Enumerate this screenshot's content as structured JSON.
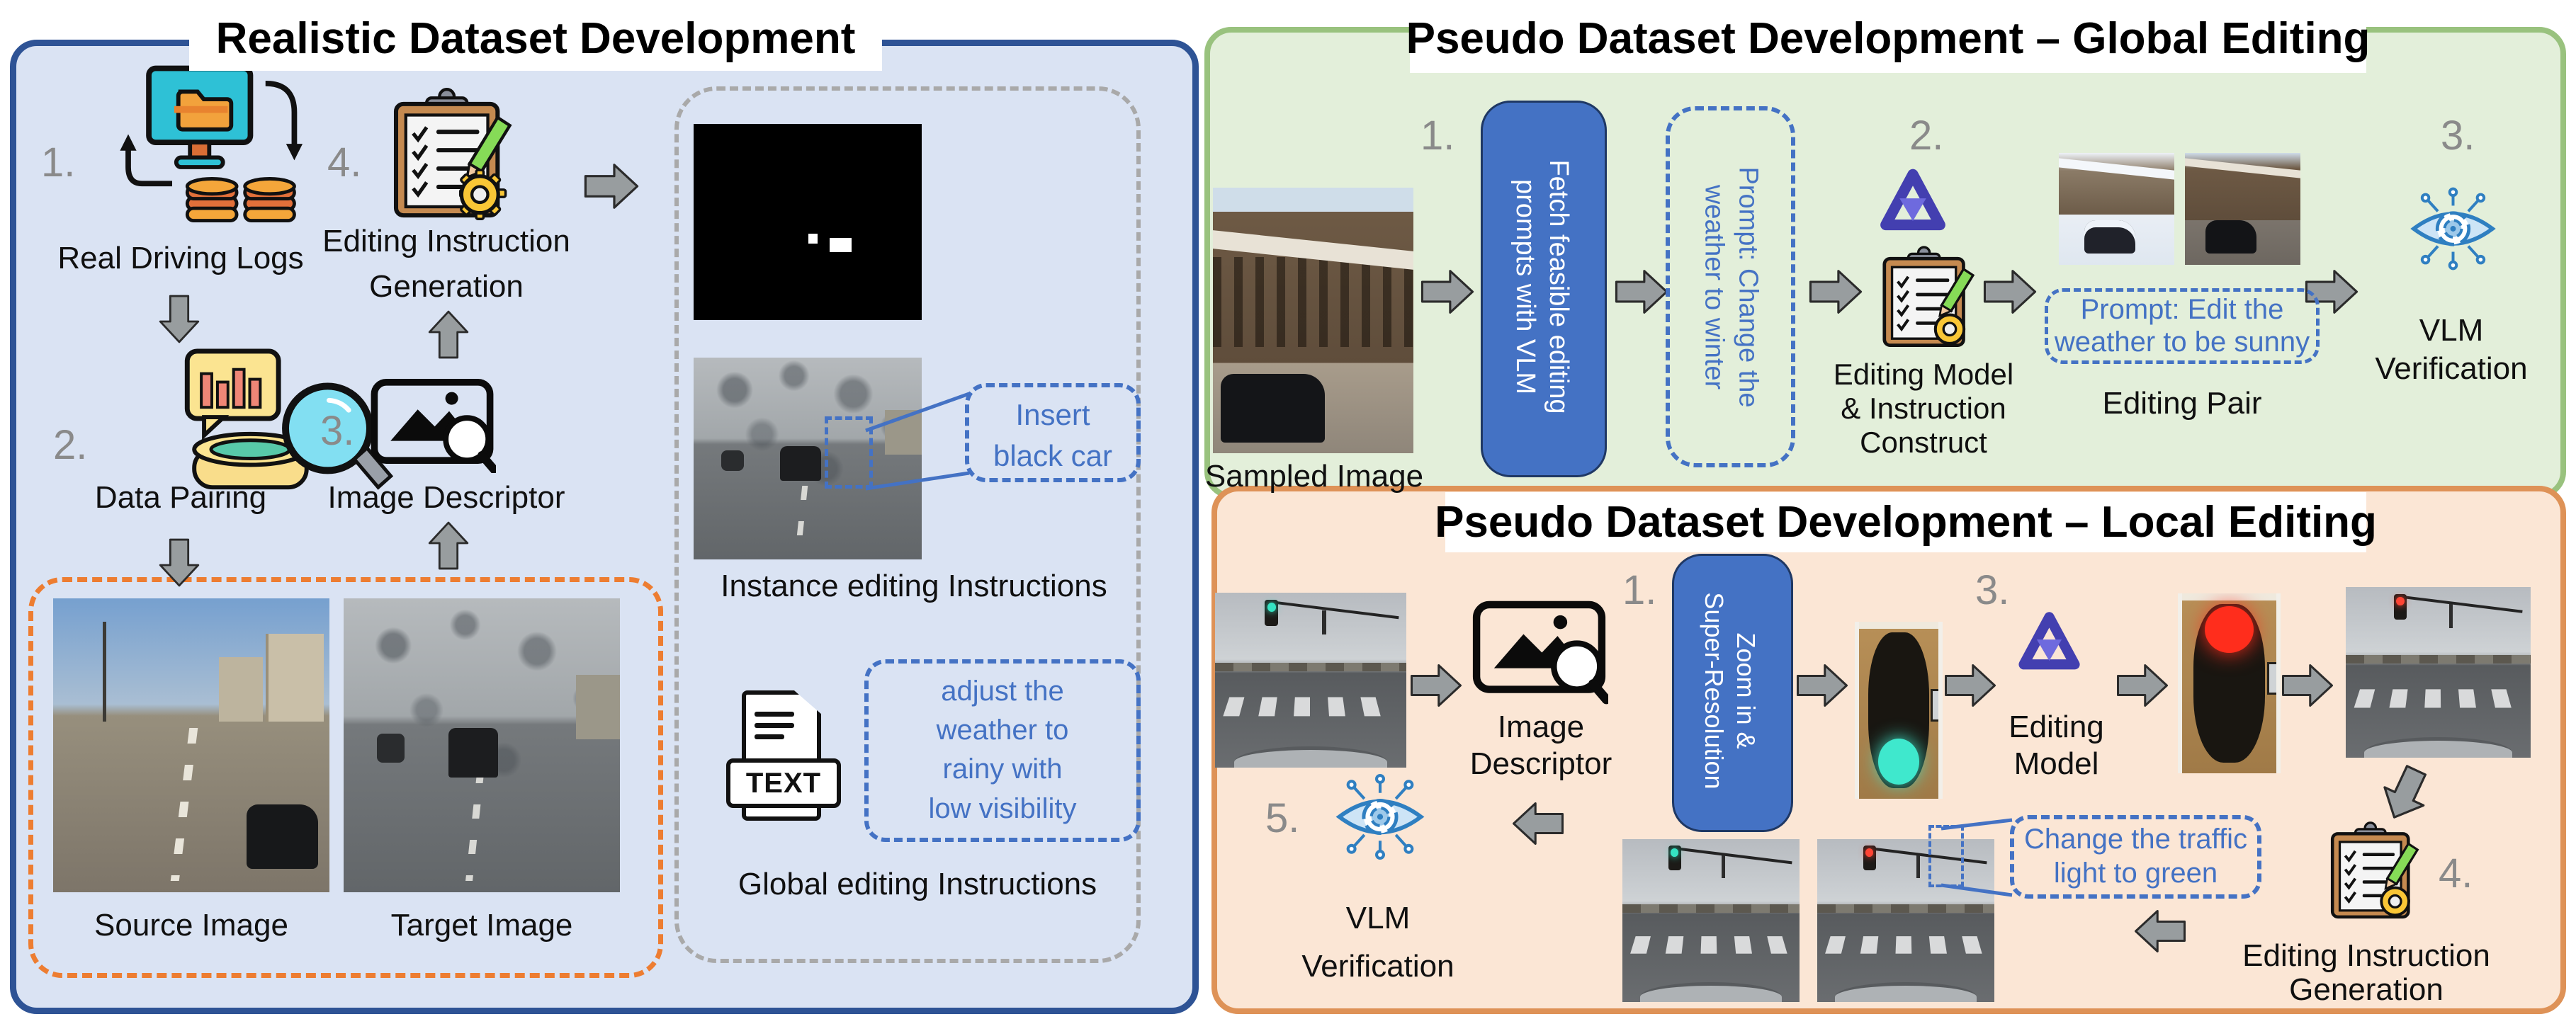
{
  "colors": {
    "left_bg": "#dae3f3",
    "left_border": "#2e5395",
    "global_bg": "#e3efda",
    "global_border": "#99c27e",
    "local_bg": "#fbe6d5",
    "local_border": "#de9257",
    "accent_blue": "#4472c4",
    "dashed_orange": "#ed7d31",
    "dashed_gray": "#a9a9a9",
    "number_gray": "#8a8a8a"
  },
  "icons": {
    "computer_databases": "monitor-with-folder-and-database-cylinders",
    "data_pairing": "magnifier-over-data-tin-and-chart",
    "image_descriptor": "picture-frame-with-magnifier",
    "clipboard_gear": "checklist-clipboard-with-pencil-and-gear",
    "text_file": "document-with-TEXT-banner",
    "vlm_logo": "purple-triangle-knot-logo",
    "vlm_eye": "blue-circuit-eye"
  },
  "left_panel": {
    "title": "Realistic Dataset Development",
    "n1": "1.",
    "n2": "2.",
    "n3": "3.",
    "n4": "4.",
    "real_driving_logs": "Real Driving Logs",
    "data_pairing": "Data Pairing",
    "image_descriptor": "Image Descriptor",
    "editing_instruction_l1": "Editing Instruction",
    "editing_instruction_l2": "Generation",
    "source_image": "Source Image",
    "target_image": "Target Image",
    "insert_l1": "Insert",
    "insert_l2": "black car",
    "instance_caption": "Instance editing Instructions",
    "text_badge": "TEXT",
    "global_prompt_l1": "adjust the",
    "global_prompt_l2": "weather to",
    "global_prompt_l3": "rainy with",
    "global_prompt_l4": "low visibility",
    "global_caption": "Global editing Instructions"
  },
  "global_panel": {
    "title": "Pseudo Dataset Development – Global Editing",
    "n1": "1.",
    "n2": "2.",
    "n3": "3.",
    "sampled_image": "Sampled Image",
    "fetch_l1": "Fetch feasible editing",
    "fetch_l2": "prompts with VLM",
    "winter_prompt_l1": "Prompt: Change the",
    "winter_prompt_l2": "weather to winter",
    "model_l1": "Editing Model",
    "model_l2": "& Instruction",
    "model_l3": "Construct",
    "sunny_prompt_l1": "Prompt: Edit the",
    "sunny_prompt_l2": "weather to be sunny",
    "editing_pair": "Editing Pair",
    "vlm_l1": "VLM",
    "vlm_l2": "Verification"
  },
  "local_panel": {
    "title": "Pseudo Dataset Development – Local Editing",
    "n1": "1.",
    "n3": "3.",
    "n4": "4.",
    "n5": "5.",
    "descriptor_l1": "Image",
    "descriptor_l2": "Descriptor",
    "zoom_l1": "Zoom in &",
    "zoom_l2": "Super-Resolution",
    "model_l1": "Editing",
    "model_l2": "Model",
    "instr_l1": "Editing Instruction",
    "instr_l2": "Generation",
    "green_prompt_l1": "Change the traffic",
    "green_prompt_l2": "light to green",
    "vlm_l1": "VLM",
    "vlm_l2": "Verification"
  }
}
